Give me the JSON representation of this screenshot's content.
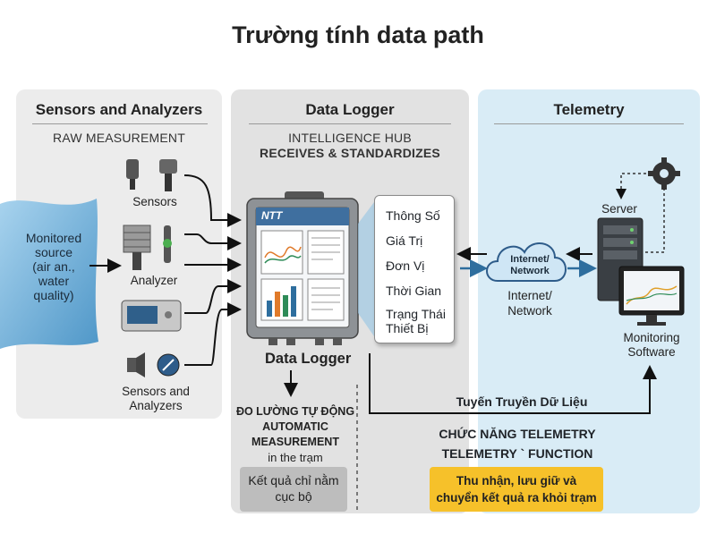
{
  "title": "Trường tính data path",
  "sensors": {
    "header": "Sensors and Analyzers",
    "subheader": "RAW MEASUREMENT",
    "sensors_label": "Sensors",
    "analyzer_label": "Analyzer",
    "sensors_analyzers_label": "Sensors and Analyzers",
    "source_line1": "Monitored",
    "source_line2": "source",
    "source_line3": "(air an.,",
    "source_line4": "water",
    "source_line5": "quality)"
  },
  "logger": {
    "header": "Data Logger",
    "subheader1": "INTELLIGENCE HUB",
    "subheader2": "RECEIVES & STANDARDIZES",
    "screen_brand": "NTT",
    "device_label": "Data Logger",
    "params": [
      "Thông Số",
      "Giá Trị",
      "Đơn Vị",
      "Thời Gian",
      "Trạng Thái",
      "Thiết Bị"
    ],
    "auto_line1": "ĐO LƯỜNG TỰ ĐỘNG",
    "auto_line2": "AUTOMATIC",
    "auto_line3": "MEASUREMENT",
    "auto_line4": "in the trạm",
    "local_line1": "Kết quả chỉ nằm",
    "local_line2": "cục bộ"
  },
  "telemetry": {
    "header": "Telemetry",
    "cloud_line1": "Internet/",
    "cloud_line2": "Network",
    "net_line1": "Internet/",
    "net_line2": "Network",
    "server_label": "Server",
    "monitor_line1": "Monitoring",
    "monitor_line2": "Software",
    "path_label": "Tuyến Truyền Dữ Liệu",
    "func_line1": "CHỨC NĂNG TELEMETRY",
    "func_line2": "TELEMETRY ` FUNCTION",
    "result_line1": "Thu nhận, lưu giữ và",
    "result_line2": "chuyển kết quả ra khỏi trạm"
  },
  "colors": {
    "accent_yellow": "#f6c12a",
    "panel_blue": "#d9ecf6",
    "water_blue": "#6aaed6",
    "header_blue": "#3f6f9f"
  }
}
